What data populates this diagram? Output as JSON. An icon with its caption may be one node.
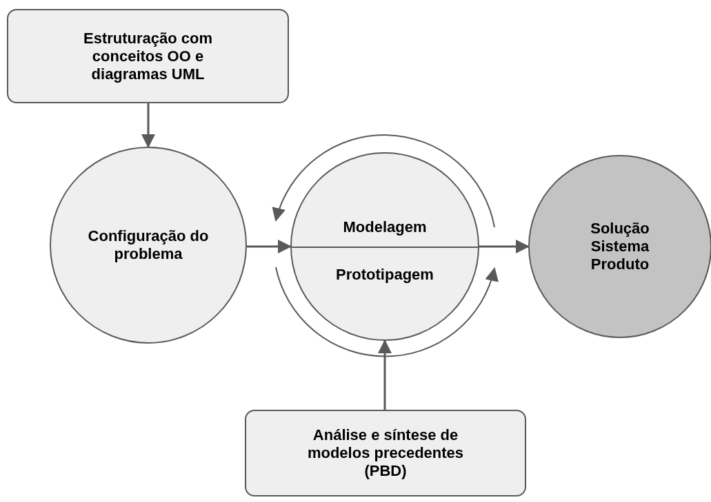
{
  "diagram": {
    "nodes": [
      {
        "text": [
          "Estruturação com conceitos OO e diagramas UML"
        ]
      },
      {
        "text": [
          "Configuração do problema"
        ]
      },
      {
        "text": [
          "Modelagem",
          "Prototipagem"
        ]
      },
      {
        "text": [
          "Solução Sistema Produto"
        ]
      },
      {
        "text": [
          "Análise e síntese de modelos precedentes (PBD)"
        ]
      }
    ],
    "edges": [
      {
        "from": 0,
        "to": 1,
        "arrow": "to"
      },
      {
        "from": 1,
        "to": 2,
        "arrow": "to"
      },
      {
        "from": 2,
        "to": 3,
        "arrow": "to"
      },
      {
        "from": 4,
        "to": 2,
        "arrow": "to"
      }
    ]
  }
}
